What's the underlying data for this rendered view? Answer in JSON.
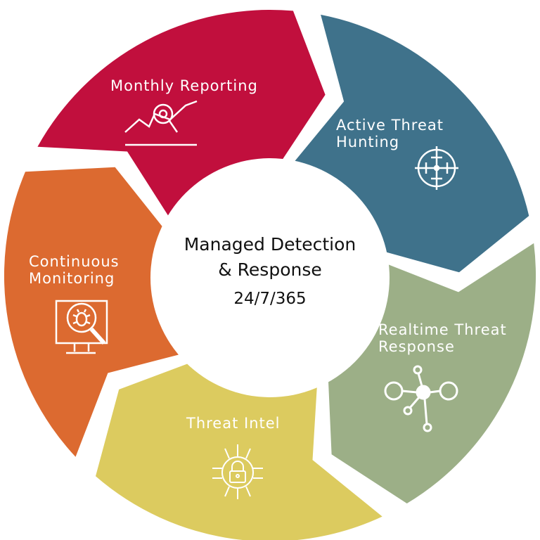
{
  "center": {
    "title_line1": "Managed Detection",
    "title_line2": "& Response",
    "subtitle": "24/7/365"
  },
  "segments": [
    {
      "label": "Monthly Reporting",
      "color": "#c10f3d",
      "icon": "chart-magnifier-icon"
    },
    {
      "label_line1": "Active Threat",
      "label_line2": "Hunting",
      "color": "#3f728b",
      "icon": "crosshair-icon"
    },
    {
      "label_line1": "Realtime Threat",
      "label_line2": "Response",
      "color": "#9caf87",
      "icon": "network-nodes-icon"
    },
    {
      "label": "Threat Intel",
      "color": "#dccb5f",
      "icon": "circuit-lock-icon"
    },
    {
      "label_line1": "Continuous",
      "label_line2": "Monitoring",
      "color": "#dc6a30",
      "icon": "monitor-bug-icon"
    }
  ]
}
